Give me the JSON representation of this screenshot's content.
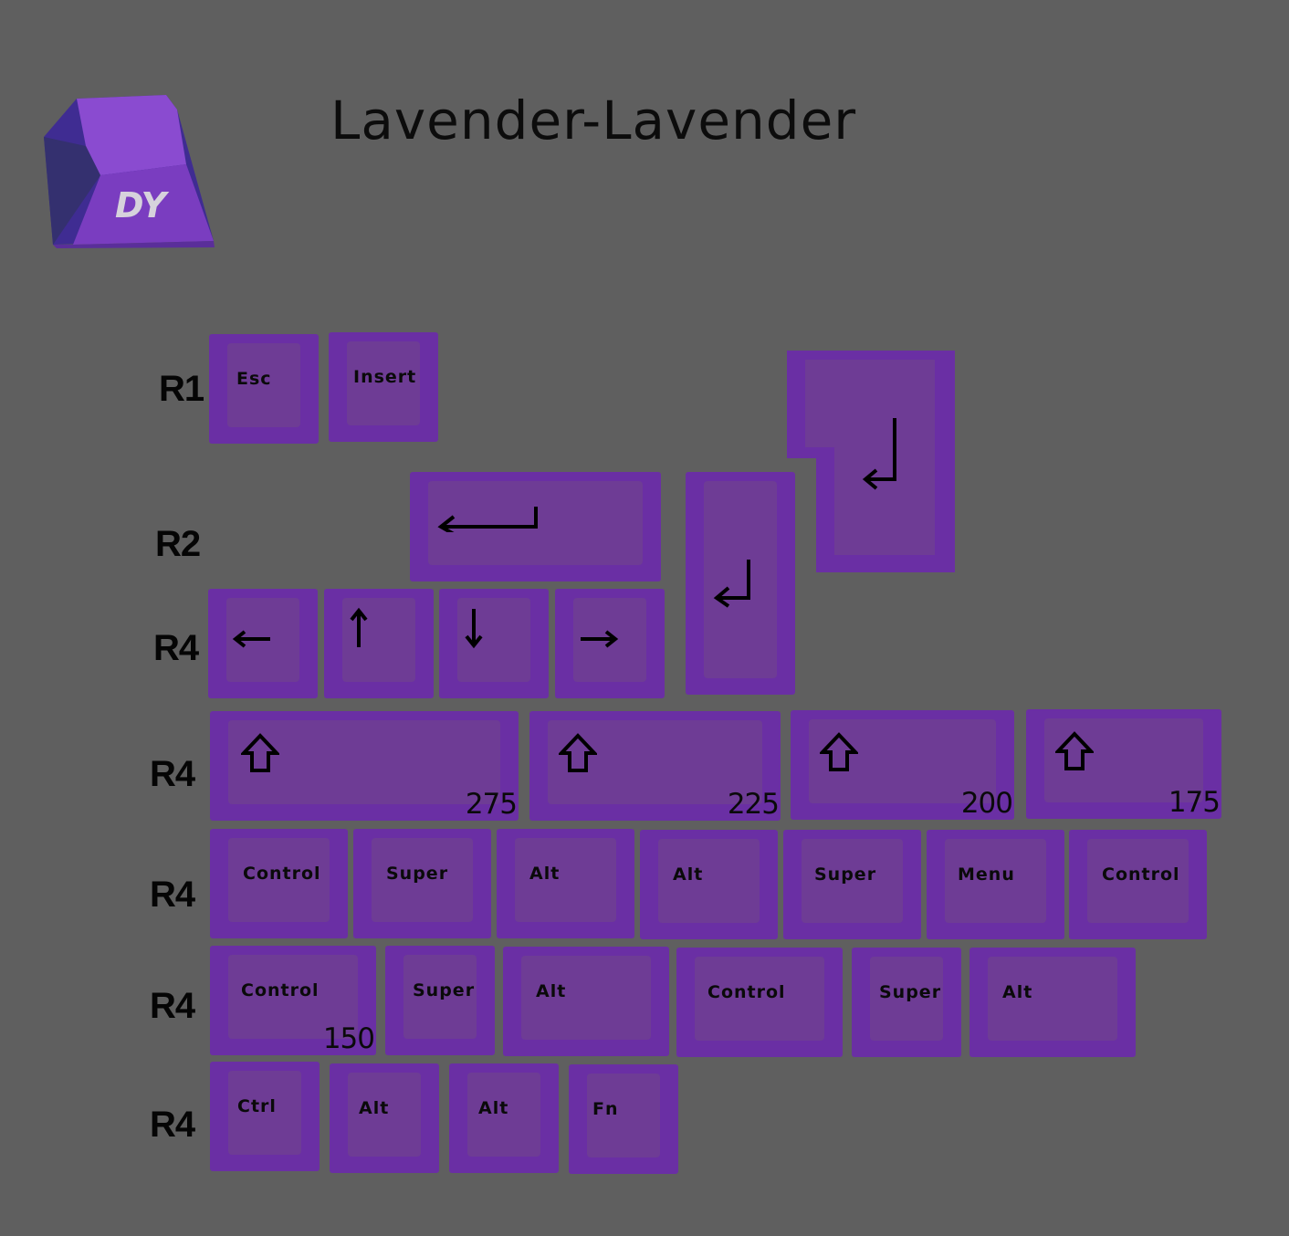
{
  "title": "Lavender-Lavender",
  "logo": {
    "text": "DY",
    "icon": "keycap-logo-icon"
  },
  "colors": {
    "background": "#5f5f5f",
    "keycap_side": "#6a2fa4",
    "keycap_top": "#6e3c95",
    "legend": "#0a0a0a"
  },
  "rows": {
    "r1": "R1",
    "r2": "R2",
    "r4a": "R4",
    "r4b": "R4",
    "r4c": "R4",
    "r4d": "R4",
    "r4e": "R4"
  },
  "keys": {
    "esc": "Esc",
    "insert": "Insert",
    "enter_wide_icon": "enter-arrow-icon",
    "enter_tall_icon": "enter-arrow-icon",
    "enter_iso_icon": "enter-arrow-icon",
    "arrows": [
      "left-arrow-icon",
      "up-arrow-icon",
      "down-arrow-icon",
      "right-arrow-icon"
    ],
    "shifts": [
      {
        "icon": "shift-icon",
        "size": "275"
      },
      {
        "icon": "shift-icon",
        "size": "225"
      },
      {
        "icon": "shift-icon",
        "size": "200"
      },
      {
        "icon": "shift-icon",
        "size": "175"
      }
    ],
    "bottom_row_a": [
      "Control",
      "Super",
      "Alt",
      "Alt",
      "Super",
      "Menu",
      "Control"
    ],
    "bottom_row_b": [
      "Control",
      "Super",
      "Alt",
      "Control",
      "Super",
      "Alt"
    ],
    "bottom_row_b_size": "150",
    "bottom_row_c": [
      "Ctrl",
      "Alt",
      "Alt",
      "Fn"
    ]
  }
}
